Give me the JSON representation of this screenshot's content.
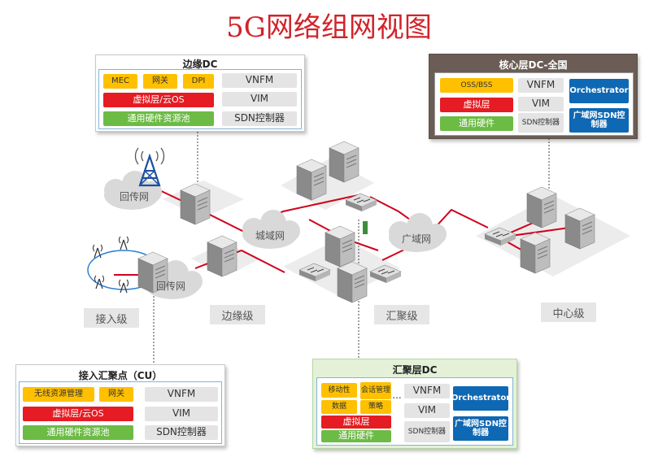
{
  "title": "5G网络组网视图",
  "edge_dc": {
    "title": "边缘DC",
    "apps": [
      "MEC",
      "网关",
      "DPI"
    ],
    "virtual": "虚拟层/云OS",
    "hardware": "通用硬件资源池",
    "vnfm": "VNFM",
    "vim": "VIM",
    "sdn": "SDN控制器"
  },
  "core_dc": {
    "title": "核心层DC-全国",
    "oss": "OSS/BSS",
    "virtual": "虚拟层",
    "hardware": "通用硬件",
    "vnfm": "VNFM",
    "vim": "VIM",
    "sdn": "SDN控制器",
    "orchestrator": "Orchestrator",
    "wan_sdn": "广域网SDN控制器"
  },
  "access_cu": {
    "title": "接入汇聚点（CU）",
    "apps": [
      "无线资源管理",
      "网关"
    ],
    "virtual": "虚拟层/云OS",
    "hardware": "通用硬件资源池",
    "vnfm": "VNFM",
    "vim": "VIM",
    "sdn": "SDN控制器"
  },
  "agg_dc": {
    "title": "汇聚层DC",
    "apps": [
      "移动性",
      "会话管理",
      "数据",
      "策略"
    ],
    "ellipsis": "...",
    "virtual": "虚拟层",
    "hardware": "通用硬件",
    "vnfm": "VNFM",
    "vim": "VIM",
    "sdn": "SDN控制器",
    "orchestrator": "Orchestrator",
    "wan_sdn": "广域网SDN控制器"
  },
  "clouds": {
    "backhaul_top": "回传网",
    "backhaul_bottom": "回传网",
    "metro": "城域网",
    "wan": "广域网"
  },
  "levels": {
    "access": "接入级",
    "edge": "边缘级",
    "aggregation": "汇聚级",
    "center": "中心级"
  },
  "colors": {
    "title": "#d2232a",
    "link": "#d0021b",
    "yellow": "#ffc000",
    "red": "#e51c23",
    "green": "#6cbb45",
    "blue": "#0f68b3",
    "core_panel": "#6b5d55",
    "agg_panel": "#e4f1d8"
  }
}
